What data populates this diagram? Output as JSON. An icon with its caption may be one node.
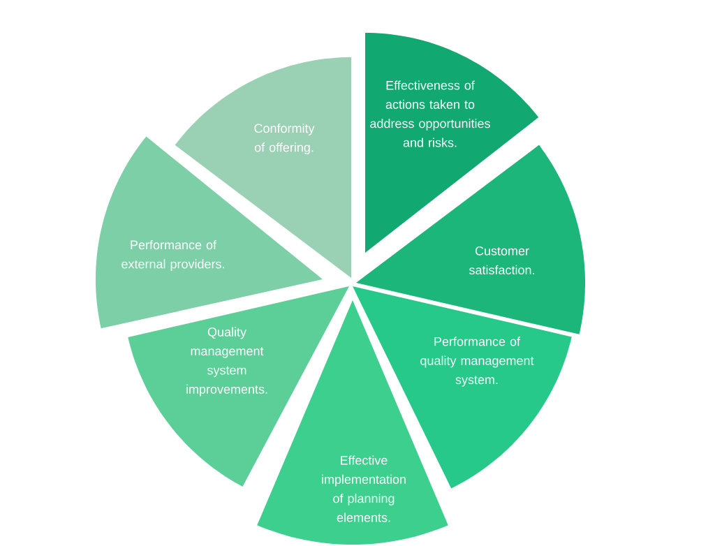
{
  "diagram": {
    "nodes": [
      {
        "text": [
          "Effectiveness of actions taken to address opportunities and risks."
        ]
      },
      {
        "text": [
          "Customer satisfaction."
        ]
      },
      {
        "text": [
          "Performance of quality management system."
        ]
      },
      {
        "text": [
          "Effective implementation of planning elements."
        ]
      },
      {
        "text": [
          "Quality management system improvements."
        ]
      },
      {
        "text": [
          "Performance of external providers."
        ]
      },
      {
        "text": [
          "Conformity of offering."
        ]
      }
    ]
  }
}
